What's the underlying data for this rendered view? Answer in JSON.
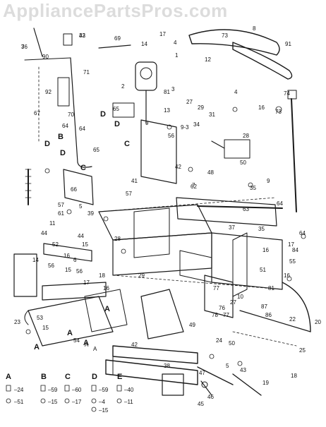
{
  "watermark": "AppliancePartsPros.com",
  "section_letters": {
    "a1": "A",
    "a2": "A",
    "a3": "A",
    "a4": "A",
    "c1": "C",
    "c2": "C",
    "d1": "D",
    "d2": "D",
    "d3": "D",
    "d4": "D",
    "b1": "B"
  },
  "callouts": [
    "76",
    "33",
    "69",
    "17",
    "4",
    "1",
    "73",
    "8",
    "91",
    "90",
    "71",
    "14",
    "12",
    "2",
    "3",
    "70",
    "92",
    "65",
    "34",
    "9",
    "81",
    "27",
    "31",
    "29",
    "13",
    "4",
    "16",
    "74",
    "73",
    "67",
    "64",
    "64",
    "9-3",
    "56",
    "28",
    "9",
    "50",
    "42",
    "65",
    "66",
    "57",
    "11",
    "57",
    "41",
    "48",
    "62",
    "35",
    "7",
    "61",
    "39",
    "63",
    "64",
    "5",
    "44",
    "28",
    "37",
    "35",
    "64",
    "52",
    "16",
    "6",
    "15",
    "56",
    "44",
    "16",
    "17",
    "84",
    "55",
    "14",
    "56",
    "15",
    "18",
    "16",
    "17",
    "29",
    "51",
    "16",
    "53",
    "77",
    "10",
    "81",
    "49",
    "87",
    "76",
    "78",
    "77",
    "27",
    "86",
    "22",
    "20",
    "23",
    "15",
    "54",
    "A",
    "A",
    "50",
    "24",
    "25",
    "19",
    "42",
    "38",
    "5",
    "43",
    "46",
    "47",
    "45",
    "18",
    "3",
    "42"
  ],
  "legend": {
    "groups": [
      {
        "letter": "A",
        "top_part": "24",
        "bottom_part": "51"
      },
      {
        "letter": "B",
        "top_part": "59",
        "bottom_part": "15"
      },
      {
        "letter": "C",
        "top_part": "60",
        "bottom_part": "17"
      },
      {
        "letter": "D",
        "top_part": "59",
        "bottom_part": "4",
        "bottom_part_2": "15"
      },
      {
        "letter": "E",
        "top_part": "40",
        "bottom_part": "11"
      }
    ]
  }
}
